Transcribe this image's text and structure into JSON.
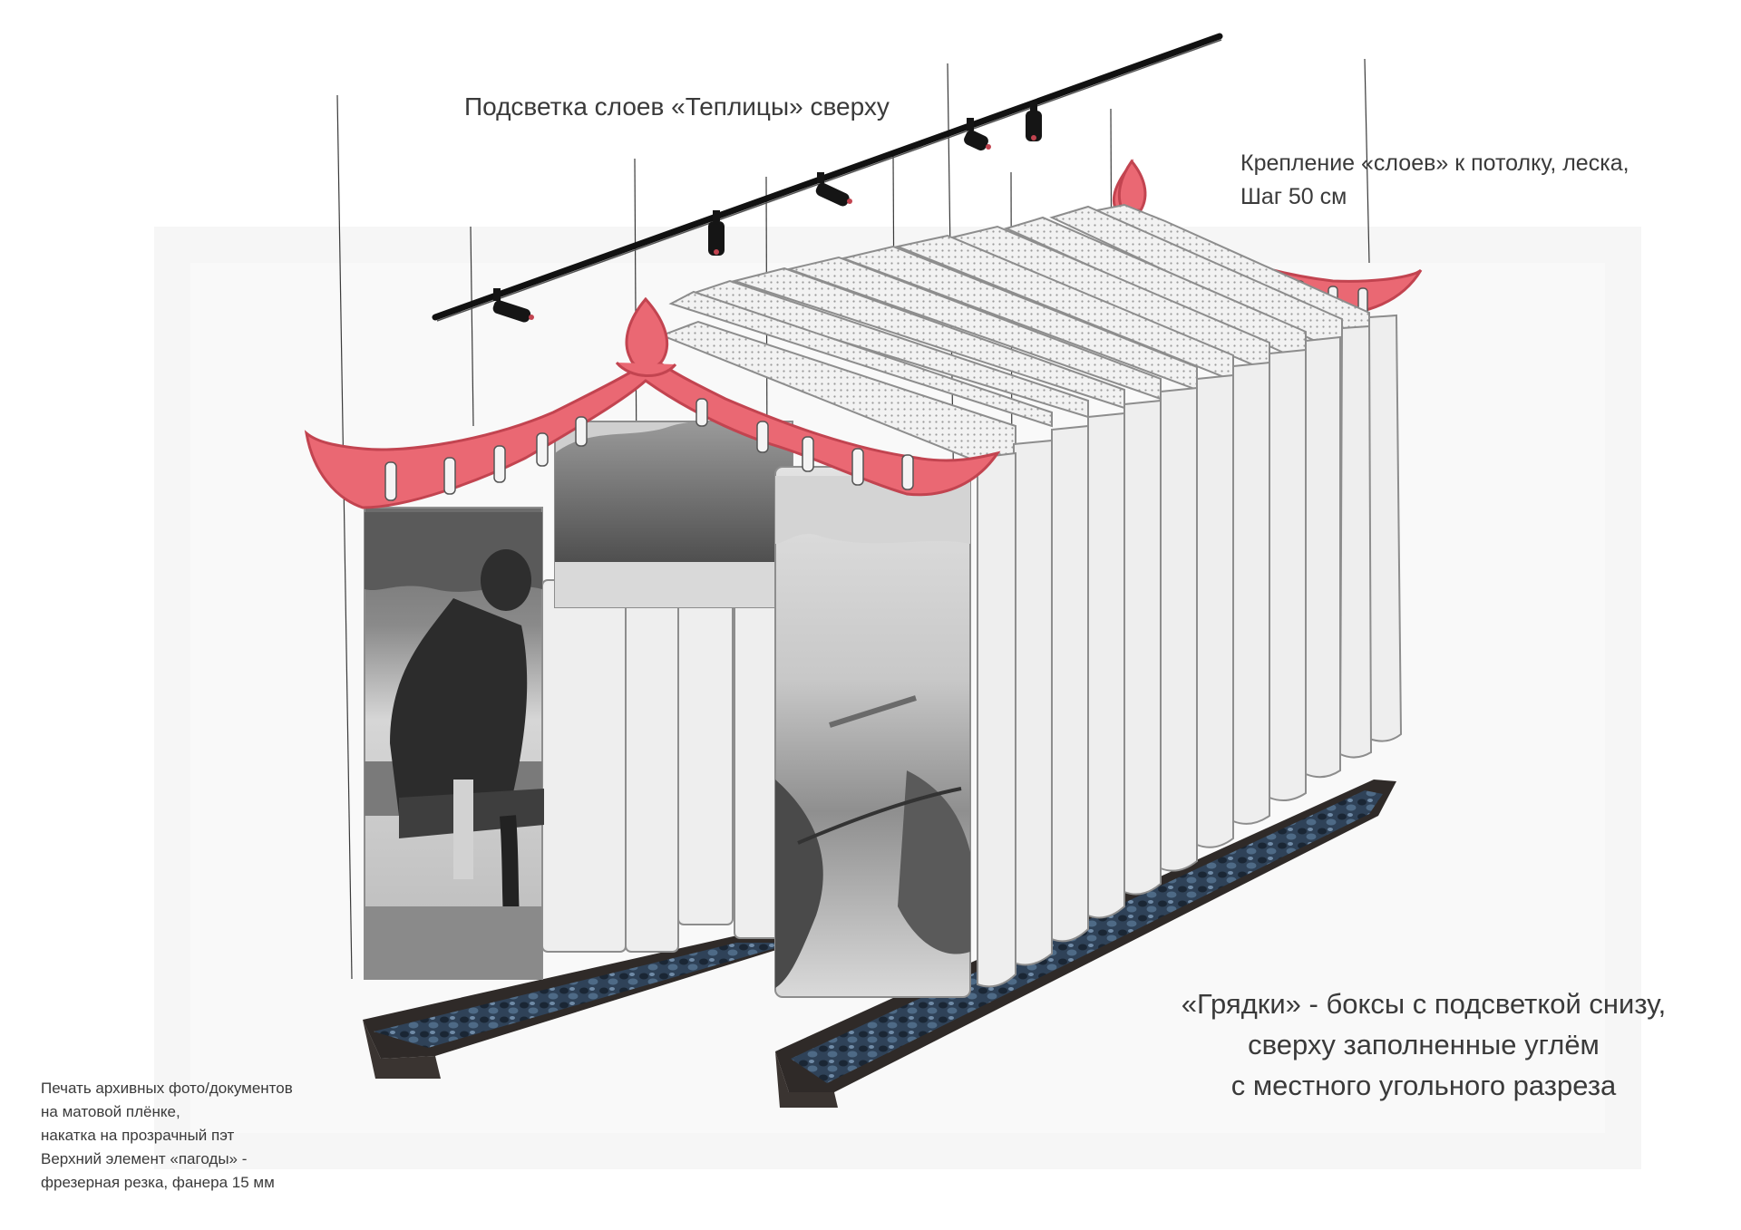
{
  "colors": {
    "pagoda": "#ea6873",
    "pagoda_stroke": "#c24450",
    "panel_fill": "#eeeeee",
    "panel_stroke": "#8d8d8d",
    "bed_frame": "#2f2a28",
    "coal": "#2f4258",
    "track": "#111111",
    "photo_dark": "#4a4a4a",
    "photo_light": "#c9c9c9"
  },
  "icons": [
    "track-spotlight-icon",
    "pagoda-roof-icon",
    "archive-photo-figure"
  ],
  "annotations": {
    "lighting": "Подсветка слоев «Теплицы» сверху",
    "mount": [
      "Крепление «слоев» к потолку, леска,",
      "Шаг 50 см"
    ],
    "beds": [
      "«Грядки» - боксы с подсветкой снизу,",
      "сверху заполненные углём",
      "с местного угольного разреза"
    ],
    "print": [
      "Печать архивных фото/документов",
      "на матовой плёнке,",
      "накатка на прозрачный пэт",
      "Верхний элемент  «пагоды» -",
      "фрезерная резка, фанера 15 мм"
    ]
  }
}
